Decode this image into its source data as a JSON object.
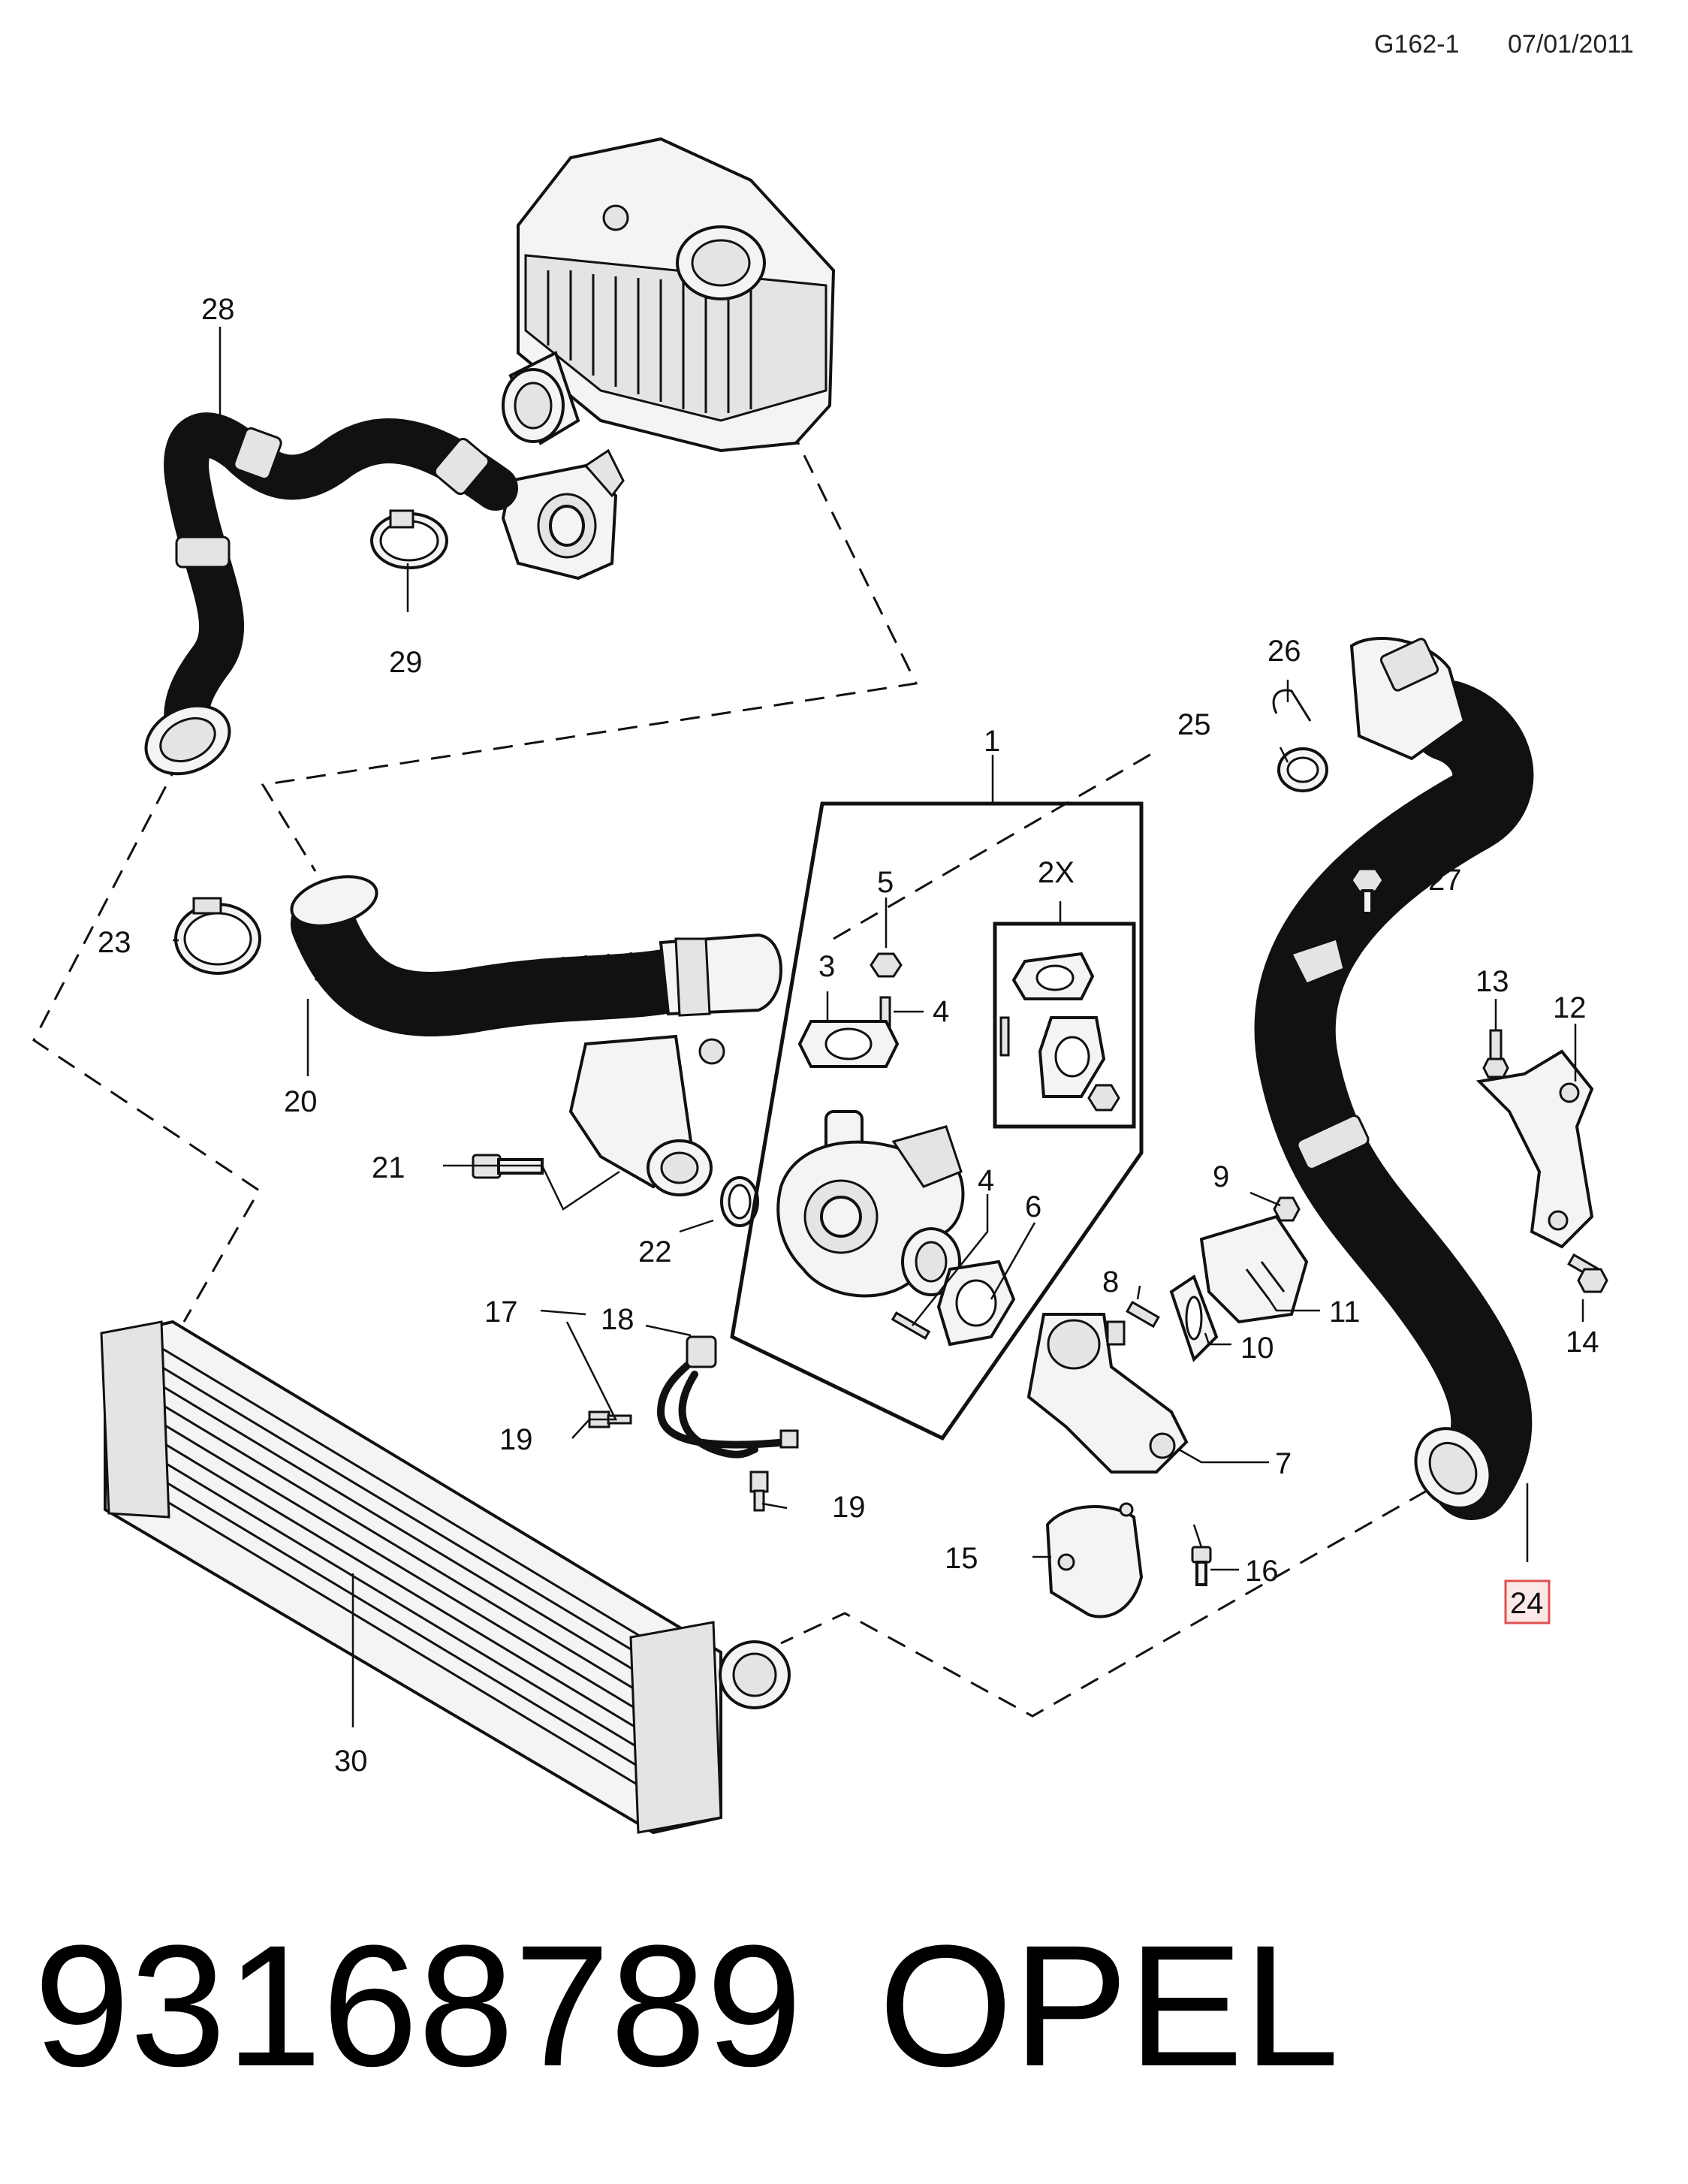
{
  "header": {
    "code": "G162-1",
    "date": "07/01/2011"
  },
  "callouts": {
    "c1": "1",
    "c2x": "2X",
    "c3": "3",
    "c4a": "4",
    "c4b": "4",
    "c5": "5",
    "c6": "6",
    "c7": "7",
    "c8": "8",
    "c9": "9",
    "c10": "10",
    "c11": "11",
    "c12": "12",
    "c13": "13",
    "c14": "14",
    "c15": "15",
    "c16": "16",
    "c17": "17",
    "c18": "18",
    "c19a": "19",
    "c19b": "19",
    "c20": "20",
    "c21": "21",
    "c22": "22",
    "c23": "23",
    "c24": "24",
    "c25": "25",
    "c26": "26",
    "c27": "27",
    "c28": "28",
    "c29": "29",
    "c30": "30"
  },
  "highlight_color": "#e05050",
  "footer": {
    "part_number": "93168789",
    "brand": "OPEL"
  }
}
